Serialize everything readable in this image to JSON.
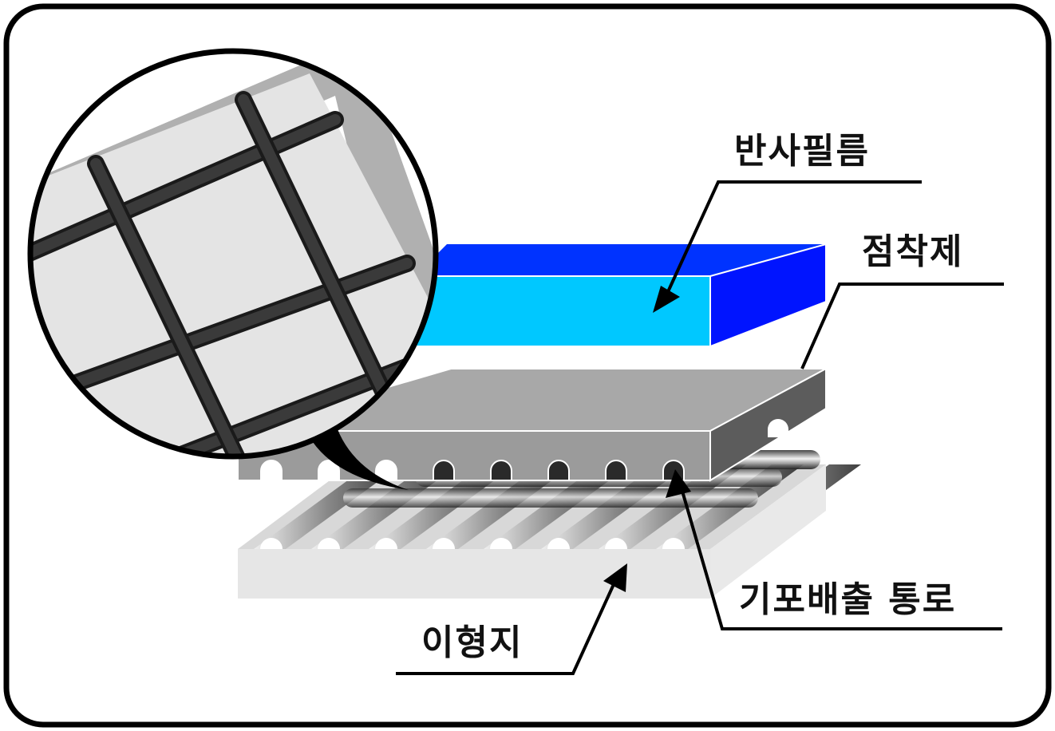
{
  "labels": {
    "reflective_film": "반사필름",
    "adhesive": "점착제",
    "air_release_channel": "기포배출 통로",
    "release_paper": "이형지"
  },
  "colors": {
    "film_front": "#00c8ff",
    "film_top": "#0033ff",
    "film_side": "#0014ff",
    "adhesive_top": "#a6a6a6",
    "adhesive_front": "#9a9a9a",
    "adhesive_side": "#5a5a5a",
    "release_front": "#e6e6e6",
    "release_top": "#d2d2d2",
    "grid_line": "#333333",
    "grid_cell": "#e4e4e4",
    "outline": "#000000"
  }
}
